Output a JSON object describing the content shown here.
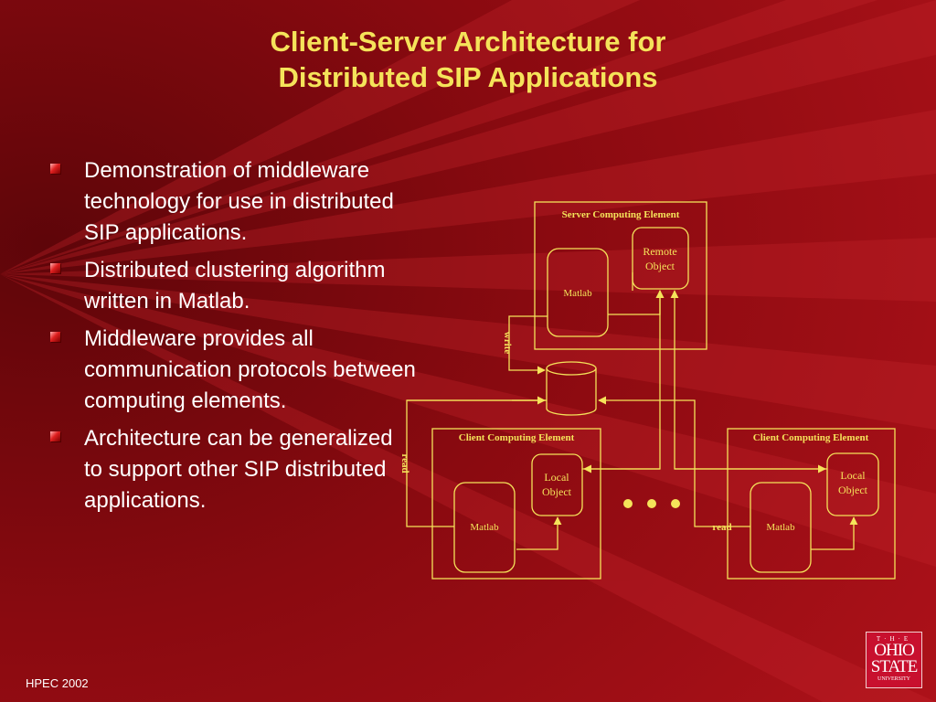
{
  "title": {
    "line1": "Client-Server Architecture for",
    "line2": "Distributed SIP Applications"
  },
  "bullets": [
    "Demonstration of middleware technology for use in distributed SIP applications.",
    "Distributed clustering algorithm written in Matlab.",
    "Middleware provides all communication protocols between computing elements.",
    "Architecture can be generalized to support other SIP distributed applications."
  ],
  "diagram": {
    "server_label": "Server Computing Element",
    "client_label": "Client Computing Element",
    "remote_object_line1": "Remote",
    "remote_object_line2": "Object",
    "local_object_line1": "Local",
    "local_object_line2": "Object",
    "matlab": "Matlab",
    "write": "write",
    "read": "read",
    "line_color": "#F5E35A"
  },
  "footer": "HPEC 2002",
  "logo": {
    "line1": "T·H·E",
    "line2": "OHIO",
    "line3": "STATE",
    "line4": "UNIVERSITY"
  },
  "colors": {
    "background": "#9E0B12",
    "title": "#F5E35A",
    "text": "#FFFFFF"
  }
}
